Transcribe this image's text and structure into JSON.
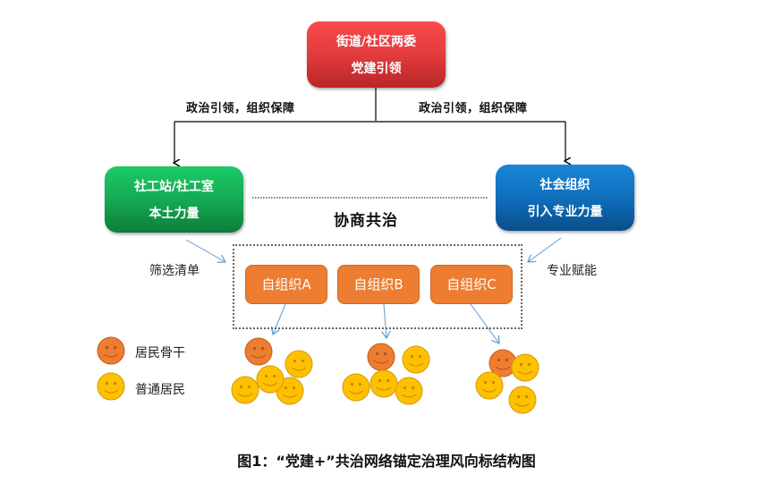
{
  "top_box": {
    "line1": "街道/社区两委",
    "line2": "党建引领"
  },
  "branch_labels": {
    "left": "政治引领，组织保障",
    "right": "政治引领，组织保障"
  },
  "left_box": {
    "line1": "社工站/社工室",
    "line2": "本土力量"
  },
  "right_box": {
    "line1": "社会组织",
    "line2": "引入专业力量"
  },
  "center_title": "协商共治",
  "side_labels": {
    "left": "筛选清单",
    "right": "专业赋能"
  },
  "orgs": [
    {
      "label": "自组织A"
    },
    {
      "label": "自组织B"
    },
    {
      "label": "自组织C"
    }
  ],
  "legend": [
    {
      "label": "居民骨干",
      "color": "#ed7d31"
    },
    {
      "label": "普通居民",
      "color": "#ffc000"
    }
  ],
  "caption": "图1：“党建+”共治网络锚定治理风向标结构图",
  "colors": {
    "backbone": "#ed7d31",
    "resident": "#ffc000",
    "org": "#ed7d31",
    "arrow_blue": "#5b9bd5"
  }
}
